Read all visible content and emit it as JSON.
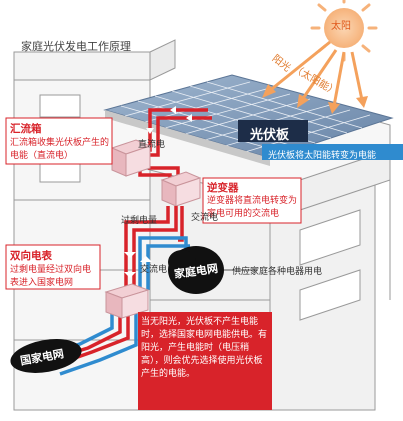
{
  "title": "家庭光伏发电工作原理",
  "sun": {
    "label": "太阳"
  },
  "ray_label": {
    "part1": "阳光",
    "part2": "（太阳能）"
  },
  "panel": {
    "tag": "光伏板",
    "description": "光伏板将太阳能转变为电能"
  },
  "combiner": {
    "heading": "汇流箱",
    "description": "汇流箱收集光伏板产生的电能（直流电）"
  },
  "inverter": {
    "heading": "逆变器",
    "description": "逆变器将直流电转变为家电可用的交流电"
  },
  "meter": {
    "heading": "双向电表",
    "description": "过剩电量经过双向电表进入国家电网"
  },
  "wire_labels": {
    "dc": "直流电",
    "ac_upper": "交流电",
    "ac_lower": "交流电",
    "surplus": "过剩电量"
  },
  "home_grid": {
    "label": "家庭电网",
    "description": "供应家庭各种电器用电"
  },
  "national_grid": {
    "label": "国家电网"
  },
  "no_sun_note": "当无阳光，光伏板不产生电能时，选择国家电网电能供电。有阳光，产生电能时（电压稍高），则会优先选择使用光伏板产生的电能。",
  "colors": {
    "red": "#d8232a",
    "blue": "#2f8bcf",
    "panel": "#7c98b8",
    "sun": "#f6b27a",
    "note_bg": "#d8232a"
  }
}
